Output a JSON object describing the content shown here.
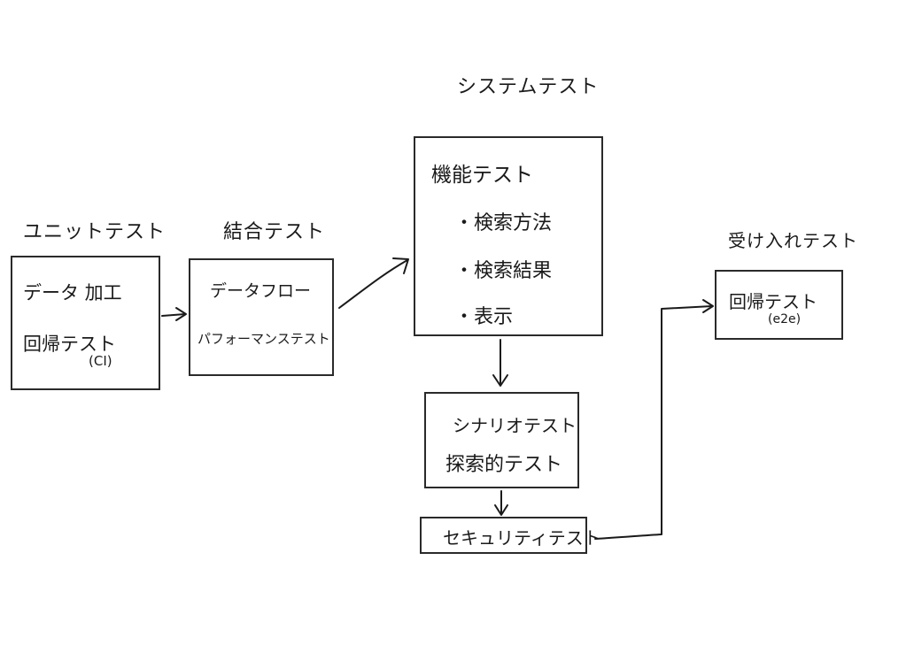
{
  "stages": {
    "unit": {
      "title": "ユニットテスト",
      "lines": [
        "データ 加工",
        "回帰テスト",
        "(CI)"
      ]
    },
    "integration": {
      "title": "結合テスト",
      "lines": [
        "データフロー",
        "パフォーマンステスト"
      ]
    },
    "system": {
      "title": "システムテスト",
      "functional_title": "機能テスト",
      "functional_items": [
        "・検索方法",
        "・検索結果",
        "・表示"
      ],
      "scenario_lines": [
        "シナリオテスト",
        "探索的テスト"
      ],
      "security": "セキュリティテスト"
    },
    "acceptance": {
      "title": "受け入れテスト",
      "lines": [
        "回帰テスト",
        "(e2e)"
      ]
    }
  }
}
